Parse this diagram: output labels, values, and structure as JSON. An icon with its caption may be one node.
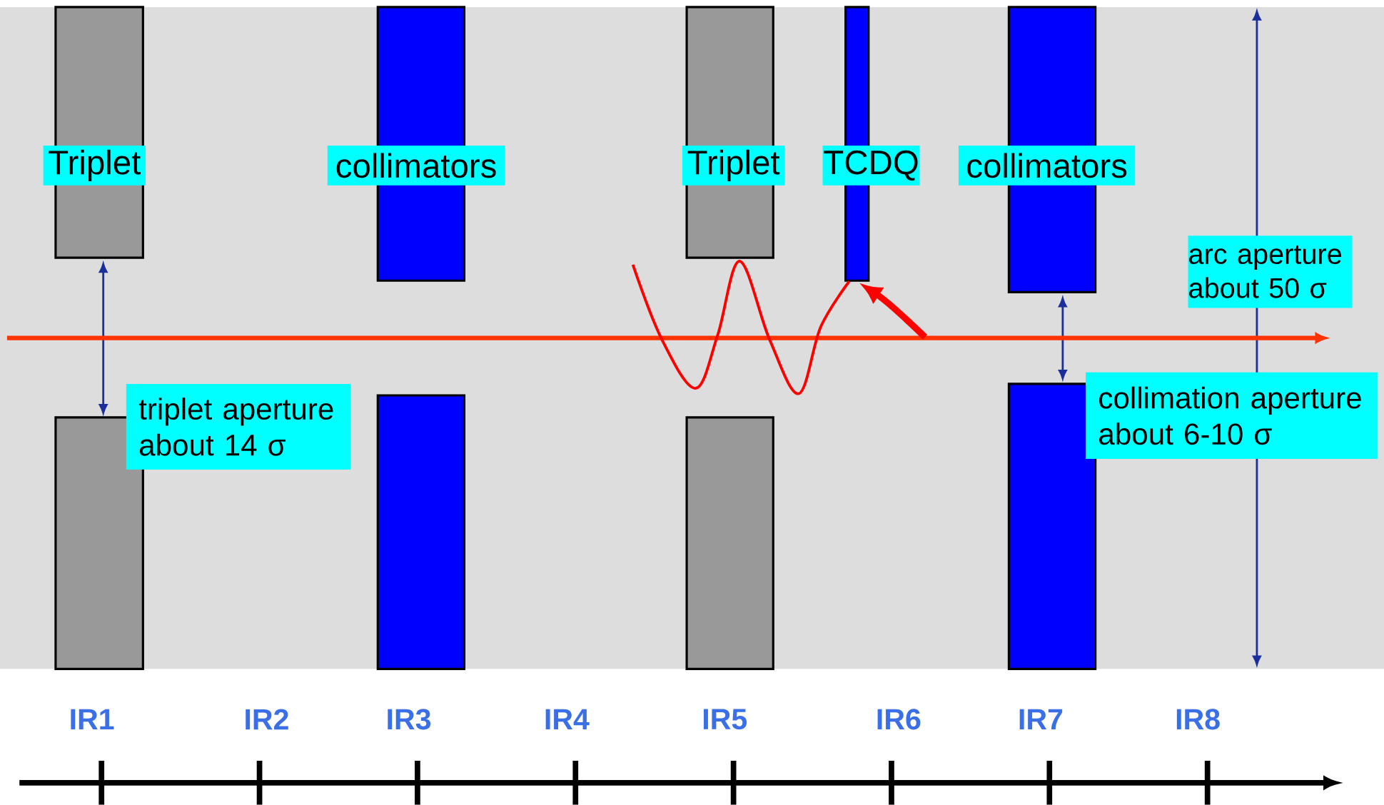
{
  "diagram": {
    "nodes": [
      {
        "text": [
          "Triplet"
        ]
      },
      {
        "text": [
          "collimators"
        ]
      },
      {
        "text": [
          "Triplet"
        ]
      },
      {
        "text": [
          "TCDQ"
        ]
      },
      {
        "text": [
          "collimators"
        ]
      },
      {
        "text": [
          "arc aperture about 50 σ"
        ]
      },
      {
        "text": [
          "triplet aperture about 14 σ"
        ]
      },
      {
        "text": [
          "collimation aperture about 6-10 σ"
        ]
      }
    ],
    "labels": [
      "IR1",
      "IR2",
      "IR3",
      "IR4",
      "IR5",
      "IR6",
      "IR7",
      "IR8"
    ]
  }
}
